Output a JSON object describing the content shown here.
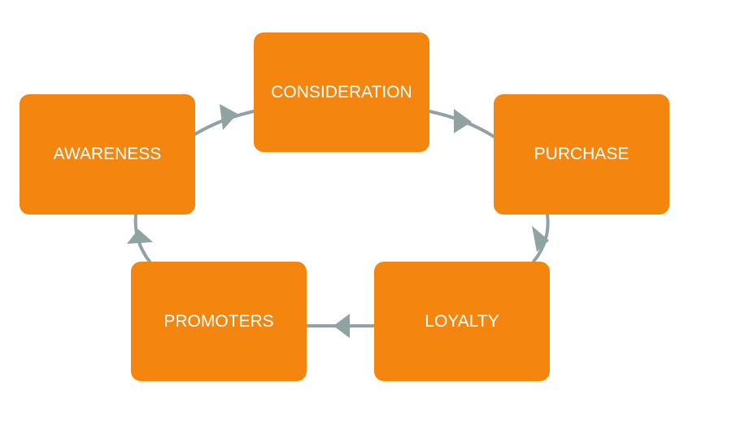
{
  "diagram": {
    "stages": [
      {
        "id": "awareness",
        "label": "AWARENESS"
      },
      {
        "id": "consideration",
        "label": "CONSIDERATION"
      },
      {
        "id": "purchase",
        "label": "PURCHASE"
      },
      {
        "id": "loyalty",
        "label": "LOYALTY"
      },
      {
        "id": "promoters",
        "label": "PROMOTERS"
      }
    ],
    "flow": [
      {
        "from": "awareness",
        "to": "consideration"
      },
      {
        "from": "consideration",
        "to": "purchase"
      },
      {
        "from": "purchase",
        "to": "loyalty"
      },
      {
        "from": "loyalty",
        "to": "promoters"
      },
      {
        "from": "promoters",
        "to": "awareness"
      }
    ],
    "colors": {
      "box_fill": "#f4860f",
      "label_text": "#ffffff",
      "connector": "#8fa3a3"
    }
  }
}
